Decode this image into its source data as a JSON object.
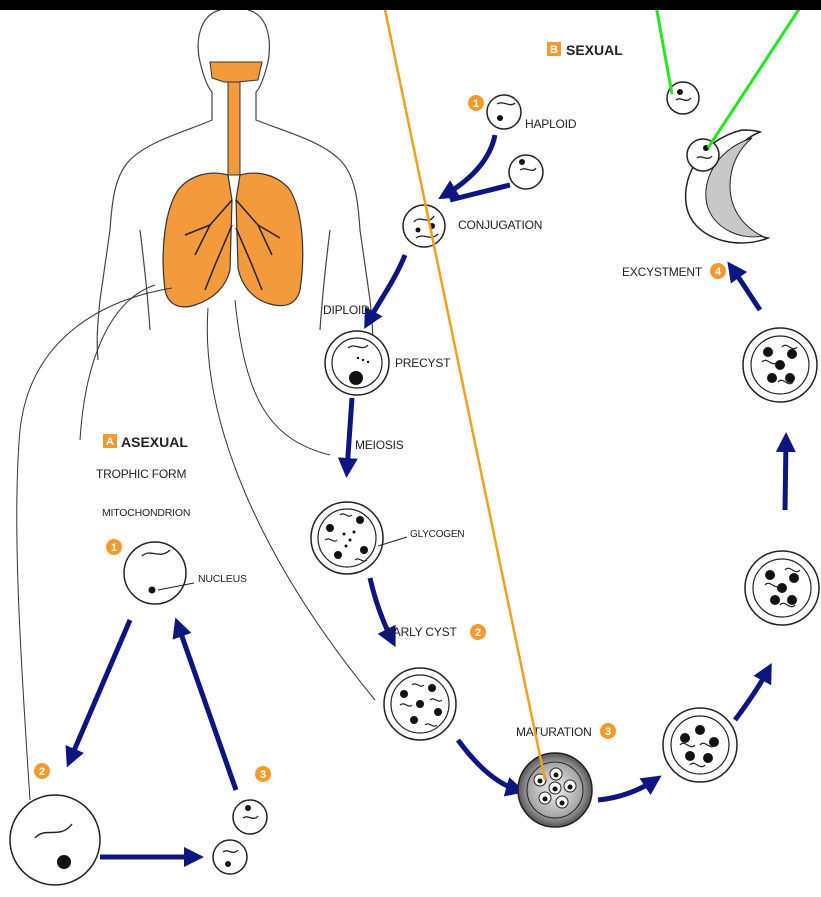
{
  "colors": {
    "lung": "#f29a3c",
    "arrow": "#0d1680",
    "badge": "#f39a2e",
    "orange_line": "#f0a020",
    "green_line": "#22e622",
    "cell_stroke": "#222222",
    "cyst_gray": "#c8c8c8"
  },
  "sections": {
    "sexual": {
      "letter": "B",
      "label": "SEXUAL"
    },
    "asexual": {
      "letter": "A",
      "label": "ASEXUAL"
    }
  },
  "labels": {
    "haploid": "HAPLOID",
    "conjugation": "CONJUGATION",
    "diploid": "DIPLOID",
    "precyst": "PRECYST",
    "meiosis": "MEIOSIS",
    "glycogen": "GLYCOGEN",
    "early_cyst": "EARLY CYST",
    "maturation": "MATURATION",
    "excystment": "EXCYSTMENT",
    "trophic_form": "TROPHIC FORM",
    "mitochondrion": "MITOCHONDRION",
    "nucleus": "NUCLEUS"
  },
  "badges": {
    "sexual_1": "1",
    "early_cyst": "2",
    "maturation": "3",
    "excystment": "4",
    "asexual_1": "1",
    "asexual_2": "2",
    "asexual_3": "3"
  },
  "icons": [
    "human-body-icon",
    "lungs-icon",
    "cell-icon",
    "cyst-icon",
    "excysted-cyst-icon"
  ]
}
